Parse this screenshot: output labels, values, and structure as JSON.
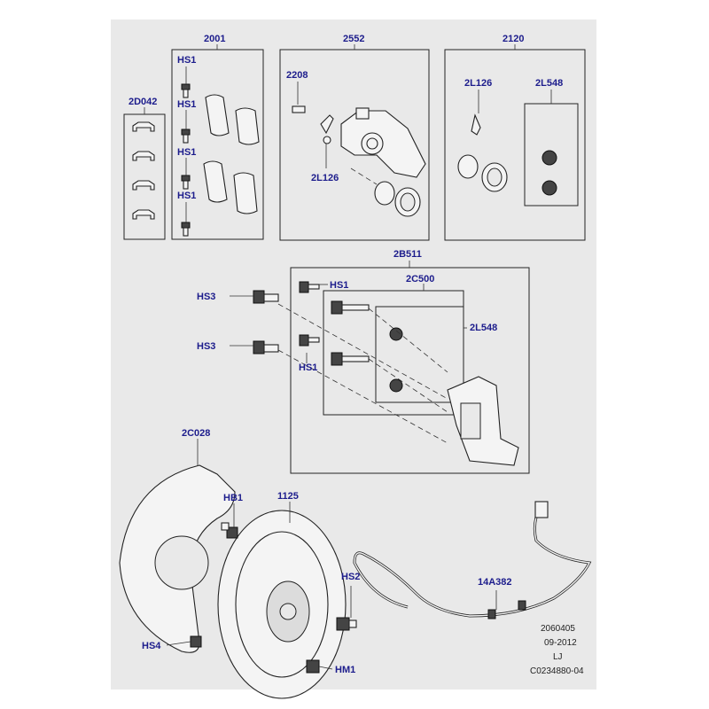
{
  "callouts": {
    "c2001": "2001",
    "c2552": "2552",
    "c2120": "2120",
    "c2D042": "2D042",
    "c2208": "2208",
    "c2L126a": "2L126",
    "c2L126b": "2L126",
    "c2L548a": "2L548",
    "c2L548b": "2L548",
    "c2B511": "2B511",
    "c2C500": "2C500",
    "c2C028": "2C028",
    "c1125": "1125",
    "c14A382": "14A382",
    "hs1_a": "HS1",
    "hs1_b": "HS1",
    "hs1_c": "HS1",
    "hs1_d": "HS1",
    "hs1_e": "HS1",
    "hs1_f": "HS1",
    "hs3_a": "HS3",
    "hs3_b": "HS3",
    "hb1": "HB1",
    "hs2": "HS2",
    "hs4": "HS4",
    "hm1": "HM1"
  },
  "reference": {
    "code": "2060405",
    "date": "09-2012",
    "initials": "LJ",
    "part_ref": "C0234880-04"
  },
  "colors": {
    "callout_text": "#1c1c8c",
    "background": "#e9e9e9",
    "line": "#222222"
  }
}
